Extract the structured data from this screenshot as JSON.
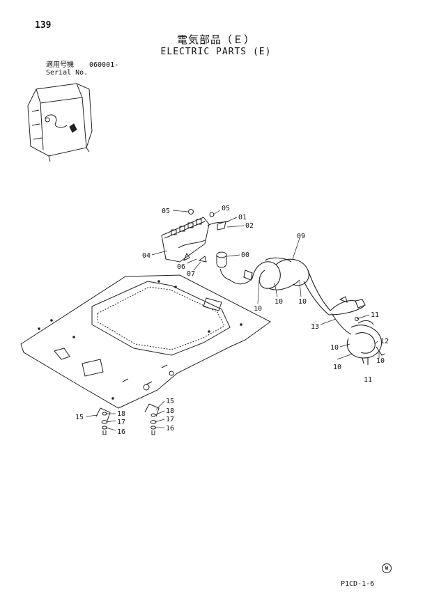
{
  "page": {
    "number": "139",
    "title_jp": "電気部品（Ｅ）",
    "title_en": "ELECTRIC PARTS (E)",
    "serial_label_jp": "適用号機",
    "serial_value": "060001-",
    "serial_label_en": "Serial No.",
    "footer_code": "P1CD-1-6",
    "footer_mark": "W"
  },
  "callouts": {
    "c05a": "05",
    "c05b": "05",
    "c01": "01",
    "c02": "02",
    "c04": "04",
    "c00": "00",
    "c06": "06",
    "c07": "07",
    "c09": "09",
    "c10a": "10",
    "c10b": "10",
    "c10c": "10",
    "c11a": "11",
    "c13": "13",
    "c12": "12",
    "c10d": "10",
    "c10e": "10",
    "c10f": "10",
    "c11b": "11",
    "c15a": "15",
    "c18a": "18",
    "c17a": "17",
    "c16a": "16",
    "c15b": "15",
    "c18b": "18",
    "c17b": "17",
    "c16b": "16"
  }
}
